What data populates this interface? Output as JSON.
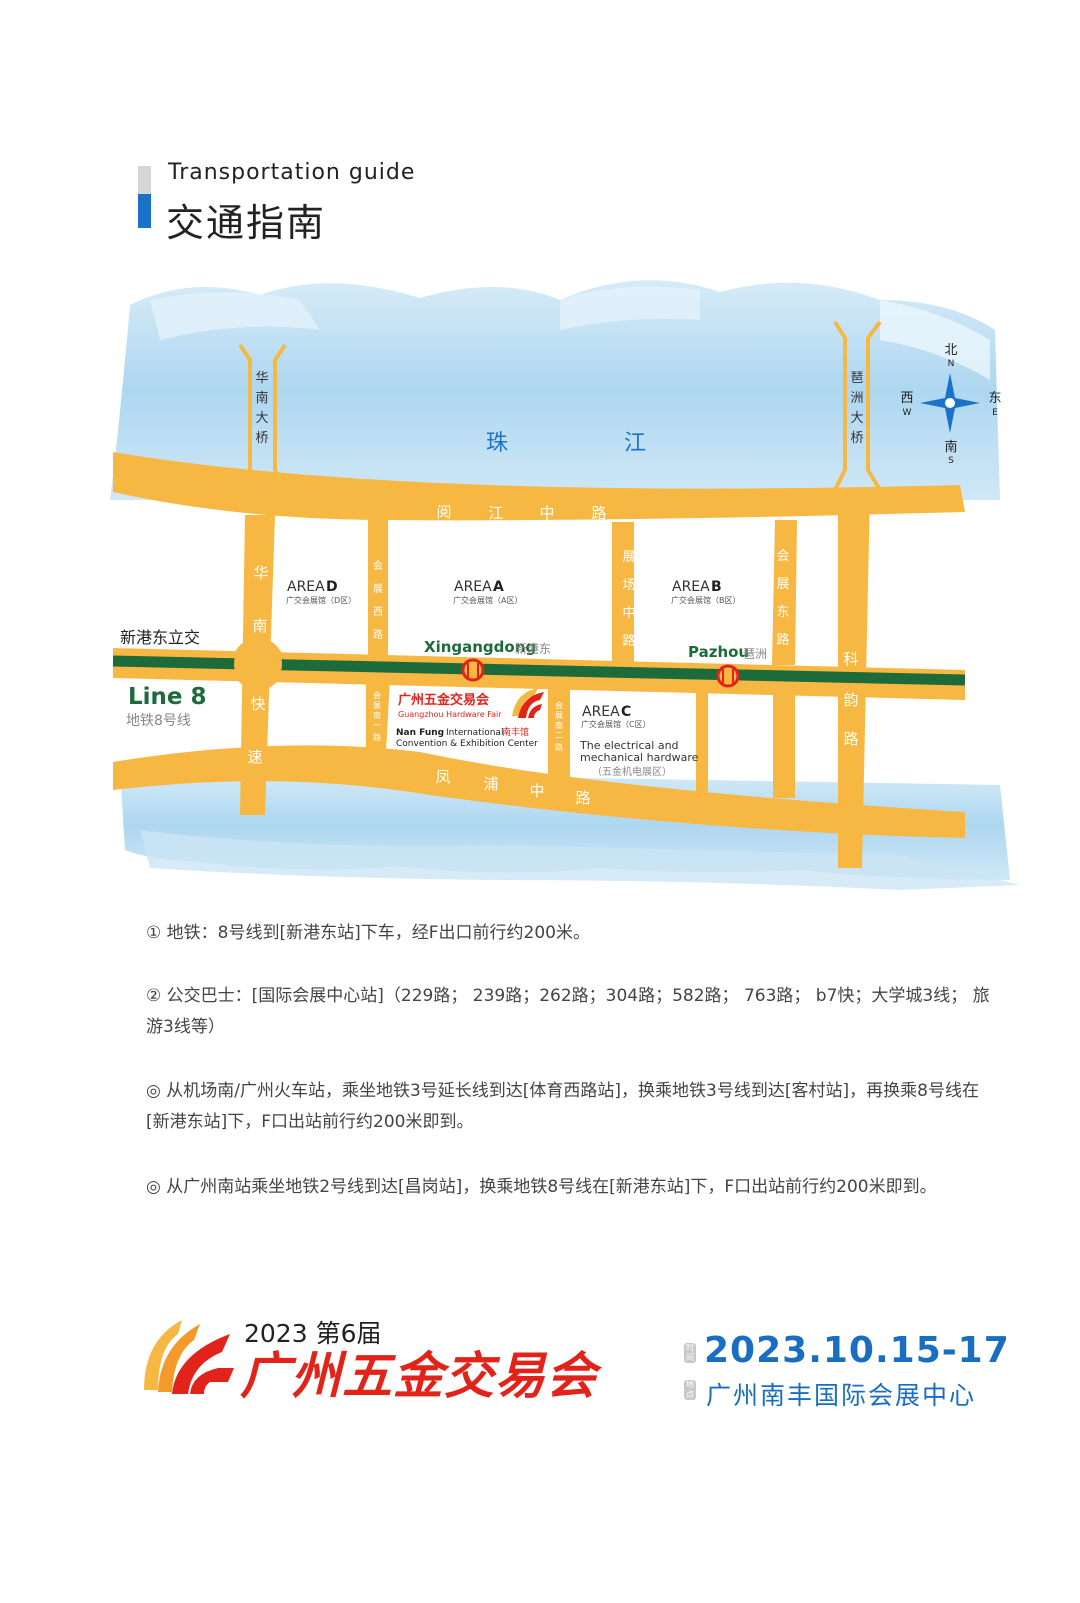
{
  "header": {
    "title_en": "Transportation guide",
    "title_cn": "交通指南"
  },
  "map": {
    "river": [
      "珠",
      "江"
    ],
    "bridges": {
      "west": [
        "华",
        "南",
        "大",
        "桥"
      ],
      "east": [
        "琶",
        "洲",
        "大",
        "桥"
      ]
    },
    "compass": {
      "north_cn": "北",
      "north_en": "N",
      "south_cn": "南",
      "south_en": "S",
      "east_cn": "东",
      "east_en": "E",
      "west_cn": "西",
      "west_en": "W"
    },
    "roads": {
      "yuejiang": [
        "阅",
        "江",
        "中",
        "路"
      ],
      "fengpu": [
        "凤",
        "浦",
        "中",
        "路"
      ],
      "huanan": [
        "华",
        "南",
        "快",
        "速"
      ],
      "huizhan_xi": [
        "会",
        "展",
        "西",
        "路"
      ],
      "zhanchang_zhong": [
        "展",
        "场",
        "中",
        "路"
      ],
      "huizhan_dong": [
        "会",
        "展",
        "东",
        "路"
      ],
      "keyun": [
        "科",
        "韵",
        "路"
      ],
      "huizhan_nanyi": [
        "会",
        "展",
        "南",
        "一",
        "路"
      ],
      "huizhan_naner": [
        "会",
        "展",
        "南",
        "二",
        "路"
      ]
    },
    "interchange": "新港东立交",
    "line8": "Line 8",
    "line8_cn": "地铁8号线",
    "stations": {
      "xingangdong_en": "Xingangdong",
      "xingangdong_cn": "新港东",
      "pazhou_en": "Pazhou",
      "pazhou_cn": "琶洲"
    },
    "areas": {
      "d": {
        "prefix": "AREA",
        "letter": "D",
        "cn": "广交会展馆（D区）"
      },
      "a": {
        "prefix": "AREA",
        "letter": "A",
        "cn": "广交会展馆（A区）"
      },
      "b": {
        "prefix": "AREA",
        "letter": "B",
        "cn": "广交会展馆（B区）"
      },
      "c": {
        "prefix": "AREA",
        "letter": "C",
        "cn": "广交会展馆（C区）",
        "desc1": "The electrical and",
        "desc2": "mechanical hardware",
        "desc_cn": "（五金机电展区）"
      }
    },
    "venue": {
      "cn": "广州五金交易会",
      "en": "Guangzhou Hardware Fair",
      "nanfung": "Nan Fung",
      "intl": "International",
      "hall": "南丰馆",
      "center": "Convention & Exhibition Center"
    }
  },
  "info": [
    "① 地铁：8号线到[新港东站]下车，经F出口前行约200米。",
    "② 公交巴士：[国际会展中心站]（229路； 239路；262路；304路；582路； 763路； b7快；大学城3线； 旅游3线等）",
    "◎ 从机场南/广州火车站，乘坐地铁3号延长线到达[体育西路站]，换乘地铁3号线到达[客村站]，再换乘8号线在[新港东站]下，F口出站前行约200米即到。",
    "◎ 从广州南站乘坐地铁2号线到达[昌岗站]，换乘地铁8号线在[新港东站]下，F口出站前行约200米即到。"
  ],
  "footer": {
    "year": "2023 第6届",
    "title": "广州五金交易会",
    "date": "2023.10.15-17",
    "venue": "广州南丰国际会展中心",
    "tag_time": "时间",
    "tag_place": "地点"
  },
  "colors": {
    "road": "#f6b843",
    "metro": "#1d6b3a",
    "water": "#a9d6ef",
    "accent_blue": "#1a73c8",
    "brand_red": "#e2231a"
  }
}
